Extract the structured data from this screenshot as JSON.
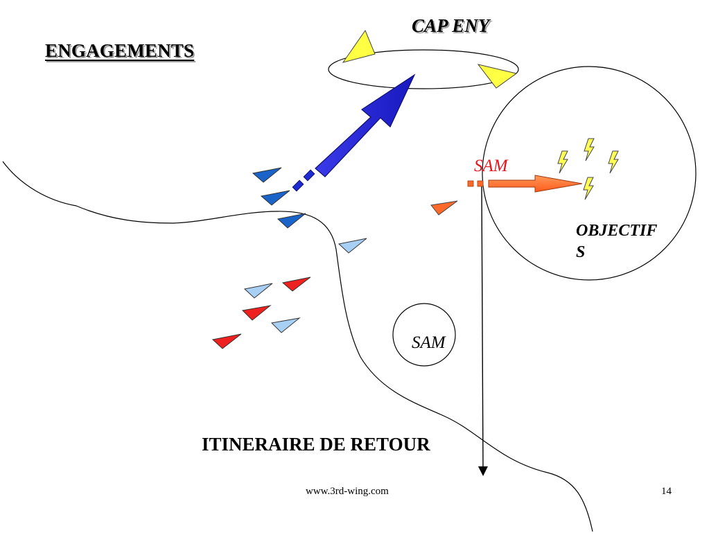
{
  "slide": {
    "title": "ENGAGEMENTS",
    "footer_url": "www.3rd-wing.com",
    "page_number": "14"
  },
  "labels": {
    "cap_eny": "CAP ENY",
    "sam_top": "SAM",
    "objectives_line1": "OBJECTIF",
    "objectives_line2": "S",
    "sam_bottom": "SAM",
    "return_route": "ITINERAIRE DE RETOUR"
  },
  "colors": {
    "enemy_cap": "#ffff44",
    "friendly_dark_blue": "#1a63c8",
    "friendly_light_blue": "#a8d0f4",
    "friendly_red": "#ee2020",
    "sam_orange": "#ff6a2a",
    "attack_arrow": "#2430d8",
    "lightning": "#ffff55",
    "sam_label": "#e8141c"
  },
  "icons": {
    "aircraft": "triangle",
    "target": "lightning-bolt",
    "arrow": "block-arrow"
  }
}
